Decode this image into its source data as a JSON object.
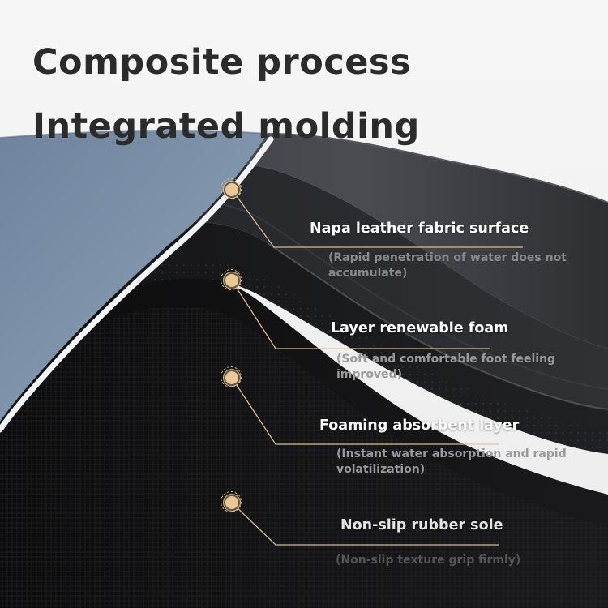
{
  "title": {
    "line1": "Composite process",
    "line2": "Integrated molding"
  },
  "layers": [
    {
      "name": "Napa leather fabric surface",
      "note": "(Rapid penetration of water does not accumulate)"
    },
    {
      "name": "Layer renewable foam",
      "note": "(Soft and comfortable foot feeling improved)"
    },
    {
      "name": "Foaming absorbent layer",
      "note": "(Instant water absorption and rapid volatilization)"
    },
    {
      "name": "Non-slip rubber sole",
      "note": "(Non-slip texture grip firmly)"
    }
  ],
  "colors": {
    "leather": "#7b8fa6",
    "foam": "#2a2b2e",
    "absorbent": "#1c1c1e",
    "rubber": "#111111",
    "accent": "#e8c896",
    "title": "#2b2b2b"
  }
}
